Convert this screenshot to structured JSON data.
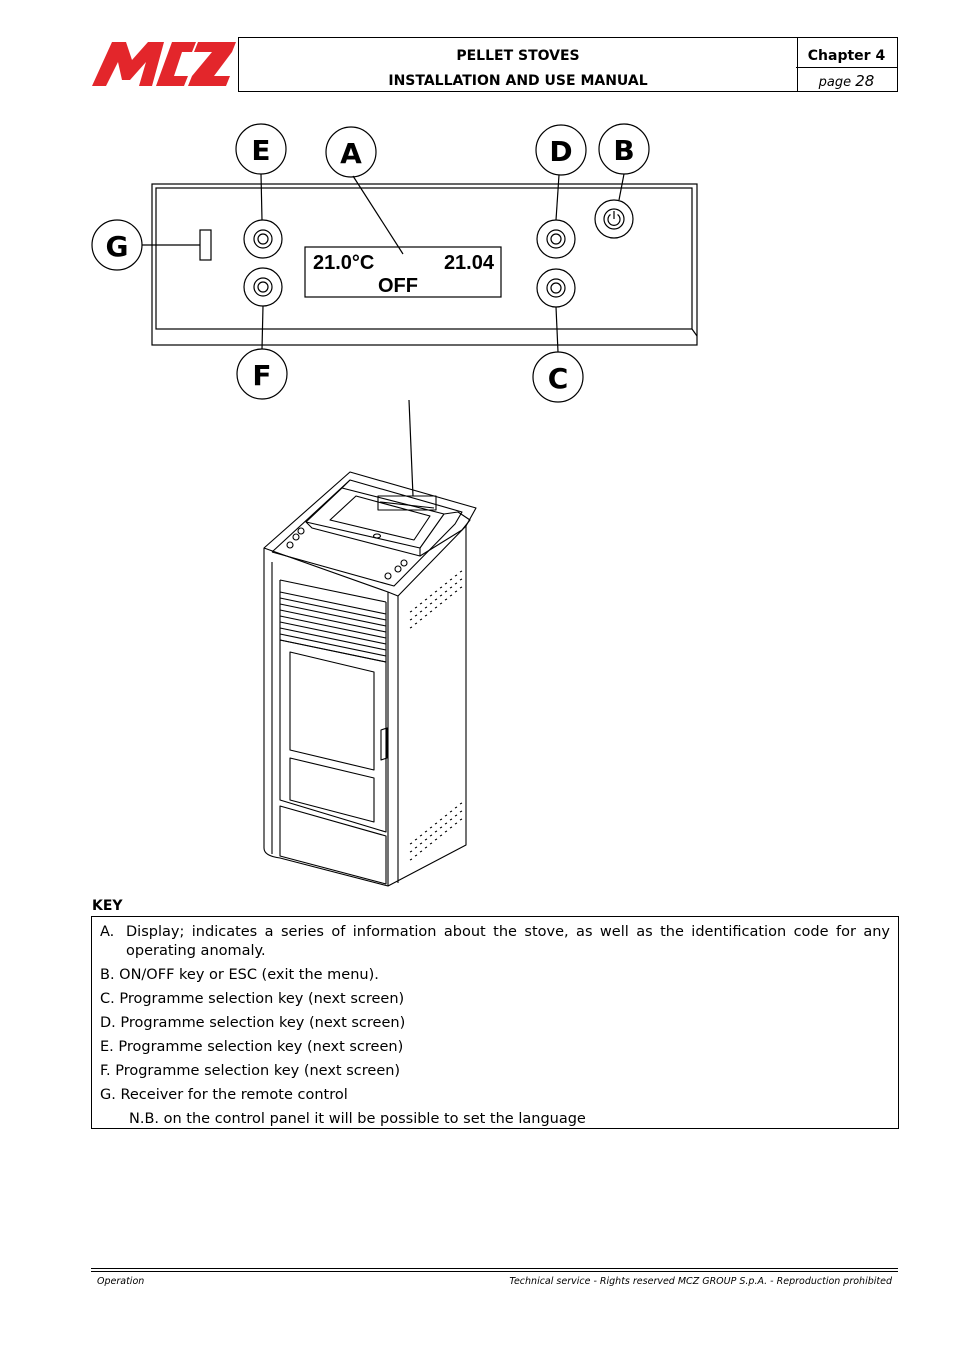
{
  "header": {
    "logo_text": "MCZ",
    "title": "PELLET STOVES",
    "subtitle": "INSTALLATION AND USE MANUAL",
    "chapter": "Chapter 4",
    "page_label": "page",
    "page_number": "28"
  },
  "figure": {
    "callouts": {
      "a": "A",
      "b": "B",
      "c": "C",
      "d": "D",
      "e": "E",
      "f": "F",
      "g": "G"
    },
    "display": {
      "temperature": "21.0°C",
      "time": "21.04",
      "status": "OFF"
    }
  },
  "key": {
    "heading": "KEY",
    "a_label": "A.",
    "a_text": "Display; indicates a series of information about the stove, as well as the identification code for any operating anomaly.",
    "b": "B. ON/OFF key or ESC (exit the menu).",
    "c": "C. Programme selection key (next screen)",
    "d": "D. Programme selection key (next screen)",
    "e": "E. Programme selection key (next screen)",
    "f": "F. Programme selection key (next screen)",
    "g": "G. Receiver for the remote control",
    "note": "N.B. on the control panel it will be possible to set the language"
  },
  "footer": {
    "left": "Operation",
    "right": "Technical service - Rights reserved MCZ GROUP S.p.A. - Reproduction prohibited"
  },
  "colors": {
    "brand_red": "#e3262b"
  }
}
